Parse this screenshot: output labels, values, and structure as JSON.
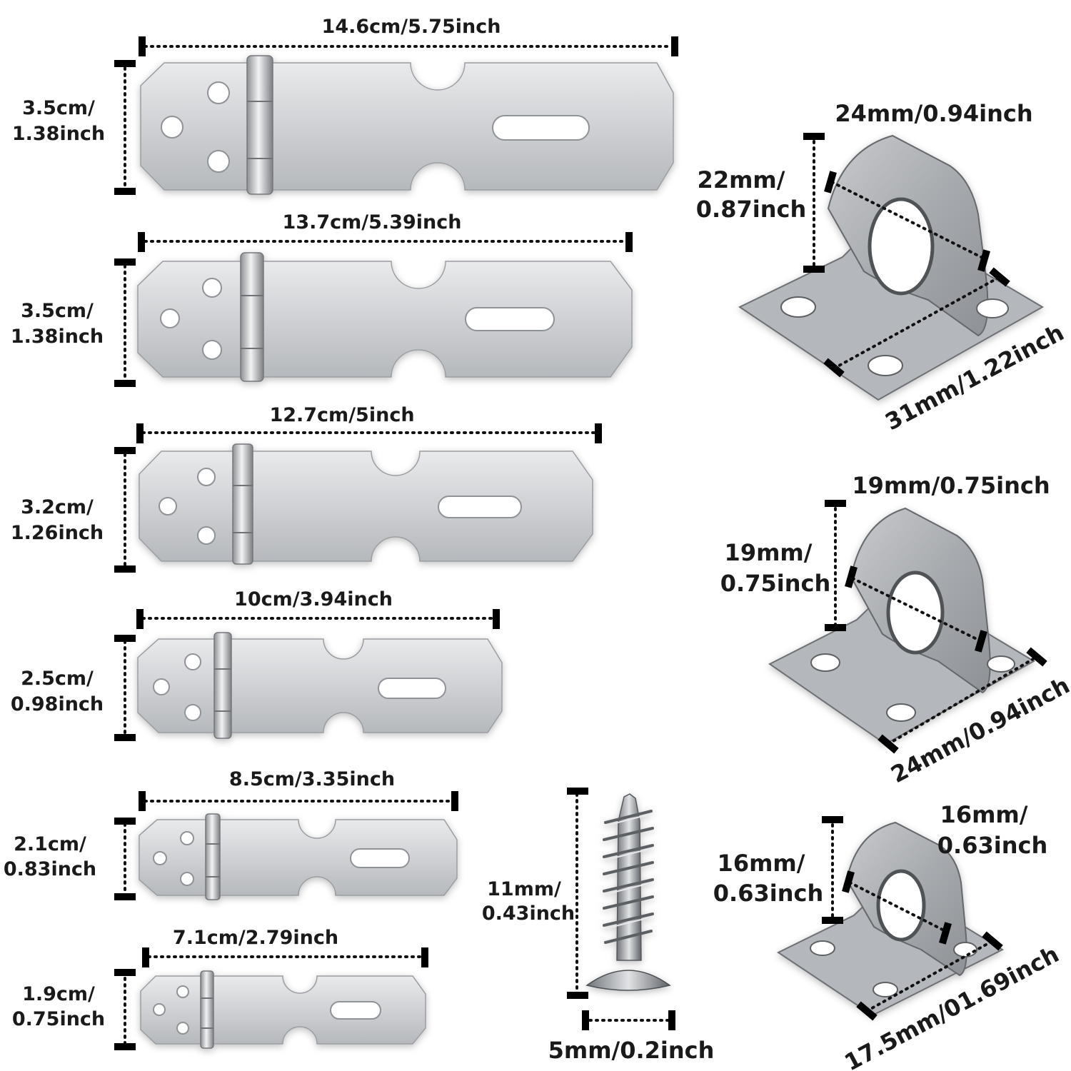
{
  "hasps": [
    {
      "length": "14.6cm/5.75inch",
      "width_line1": "3.5cm/",
      "width_line2": "1.38inch"
    },
    {
      "length": "13.7cm/5.39inch",
      "width_line1": "3.5cm/",
      "width_line2": "1.38inch"
    },
    {
      "length": "12.7cm/5inch",
      "width_line1": "3.2cm/",
      "width_line2": "1.26inch"
    },
    {
      "length": "10cm/3.94inch",
      "width_line1": "2.5cm/",
      "width_line2": "0.98inch"
    },
    {
      "length": "8.5cm/3.35inch",
      "width_line1": "2.1cm/",
      "width_line2": "0.83inch"
    },
    {
      "length": "7.1cm/2.79inch",
      "width_line1": "1.9cm/",
      "width_line2": "0.75inch"
    }
  ],
  "staples": [
    {
      "top": "24mm/0.94inch",
      "height_line1": "22mm/",
      "height_line2": "0.87inch",
      "base": "31mm/1.22inch"
    },
    {
      "top": "19mm/0.75inch",
      "height_line1": "19mm/",
      "height_line2": "0.75inch",
      "base": "24mm/0.94inch"
    },
    {
      "top_line1": "16mm/",
      "top_line2": "0.63inch",
      "height_line1": "16mm/",
      "height_line2": "0.63inch",
      "base": "17.5mm/01.69inch"
    }
  ],
  "screw": {
    "length_line1": "11mm/",
    "length_line2": "0.43inch",
    "diameter": "5mm/0.2inch"
  },
  "colors": {
    "metal_light": "#d6d7d9",
    "metal_mid": "#b8babd",
    "metal_dark": "#8c8f93",
    "dimension_line": "#111111"
  }
}
